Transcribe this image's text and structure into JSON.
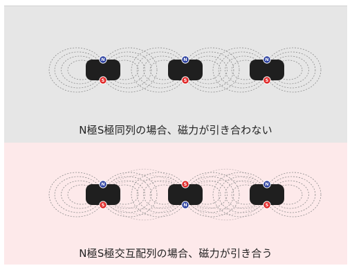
{
  "panels": {
    "aligned": {
      "caption": "N極S極同列の場合、磁力が引き合わない",
      "magnets": [
        {
          "top_pole": "N",
          "bottom_pole": "S"
        },
        {
          "top_pole": "N",
          "bottom_pole": "S"
        },
        {
          "top_pole": "N",
          "bottom_pole": "S"
        }
      ]
    },
    "alternating": {
      "caption": "N極S極交互配列の場合、磁力が引き合う",
      "magnets": [
        {
          "top_pole": "N",
          "bottom_pole": "S"
        },
        {
          "top_pole": "S",
          "bottom_pole": "N"
        },
        {
          "top_pole": "N",
          "bottom_pole": "S"
        }
      ]
    }
  },
  "colors": {
    "top_panel_bg": "#e6e6e6",
    "bottom_panel_bg": "#fde9ea",
    "magnet_body": "#1f1f1f",
    "north_pole": "#2b3f9e",
    "south_pole": "#e02a2a",
    "field_line": "#8a8a8a",
    "bridge_field_line": "#c4b6b8"
  }
}
